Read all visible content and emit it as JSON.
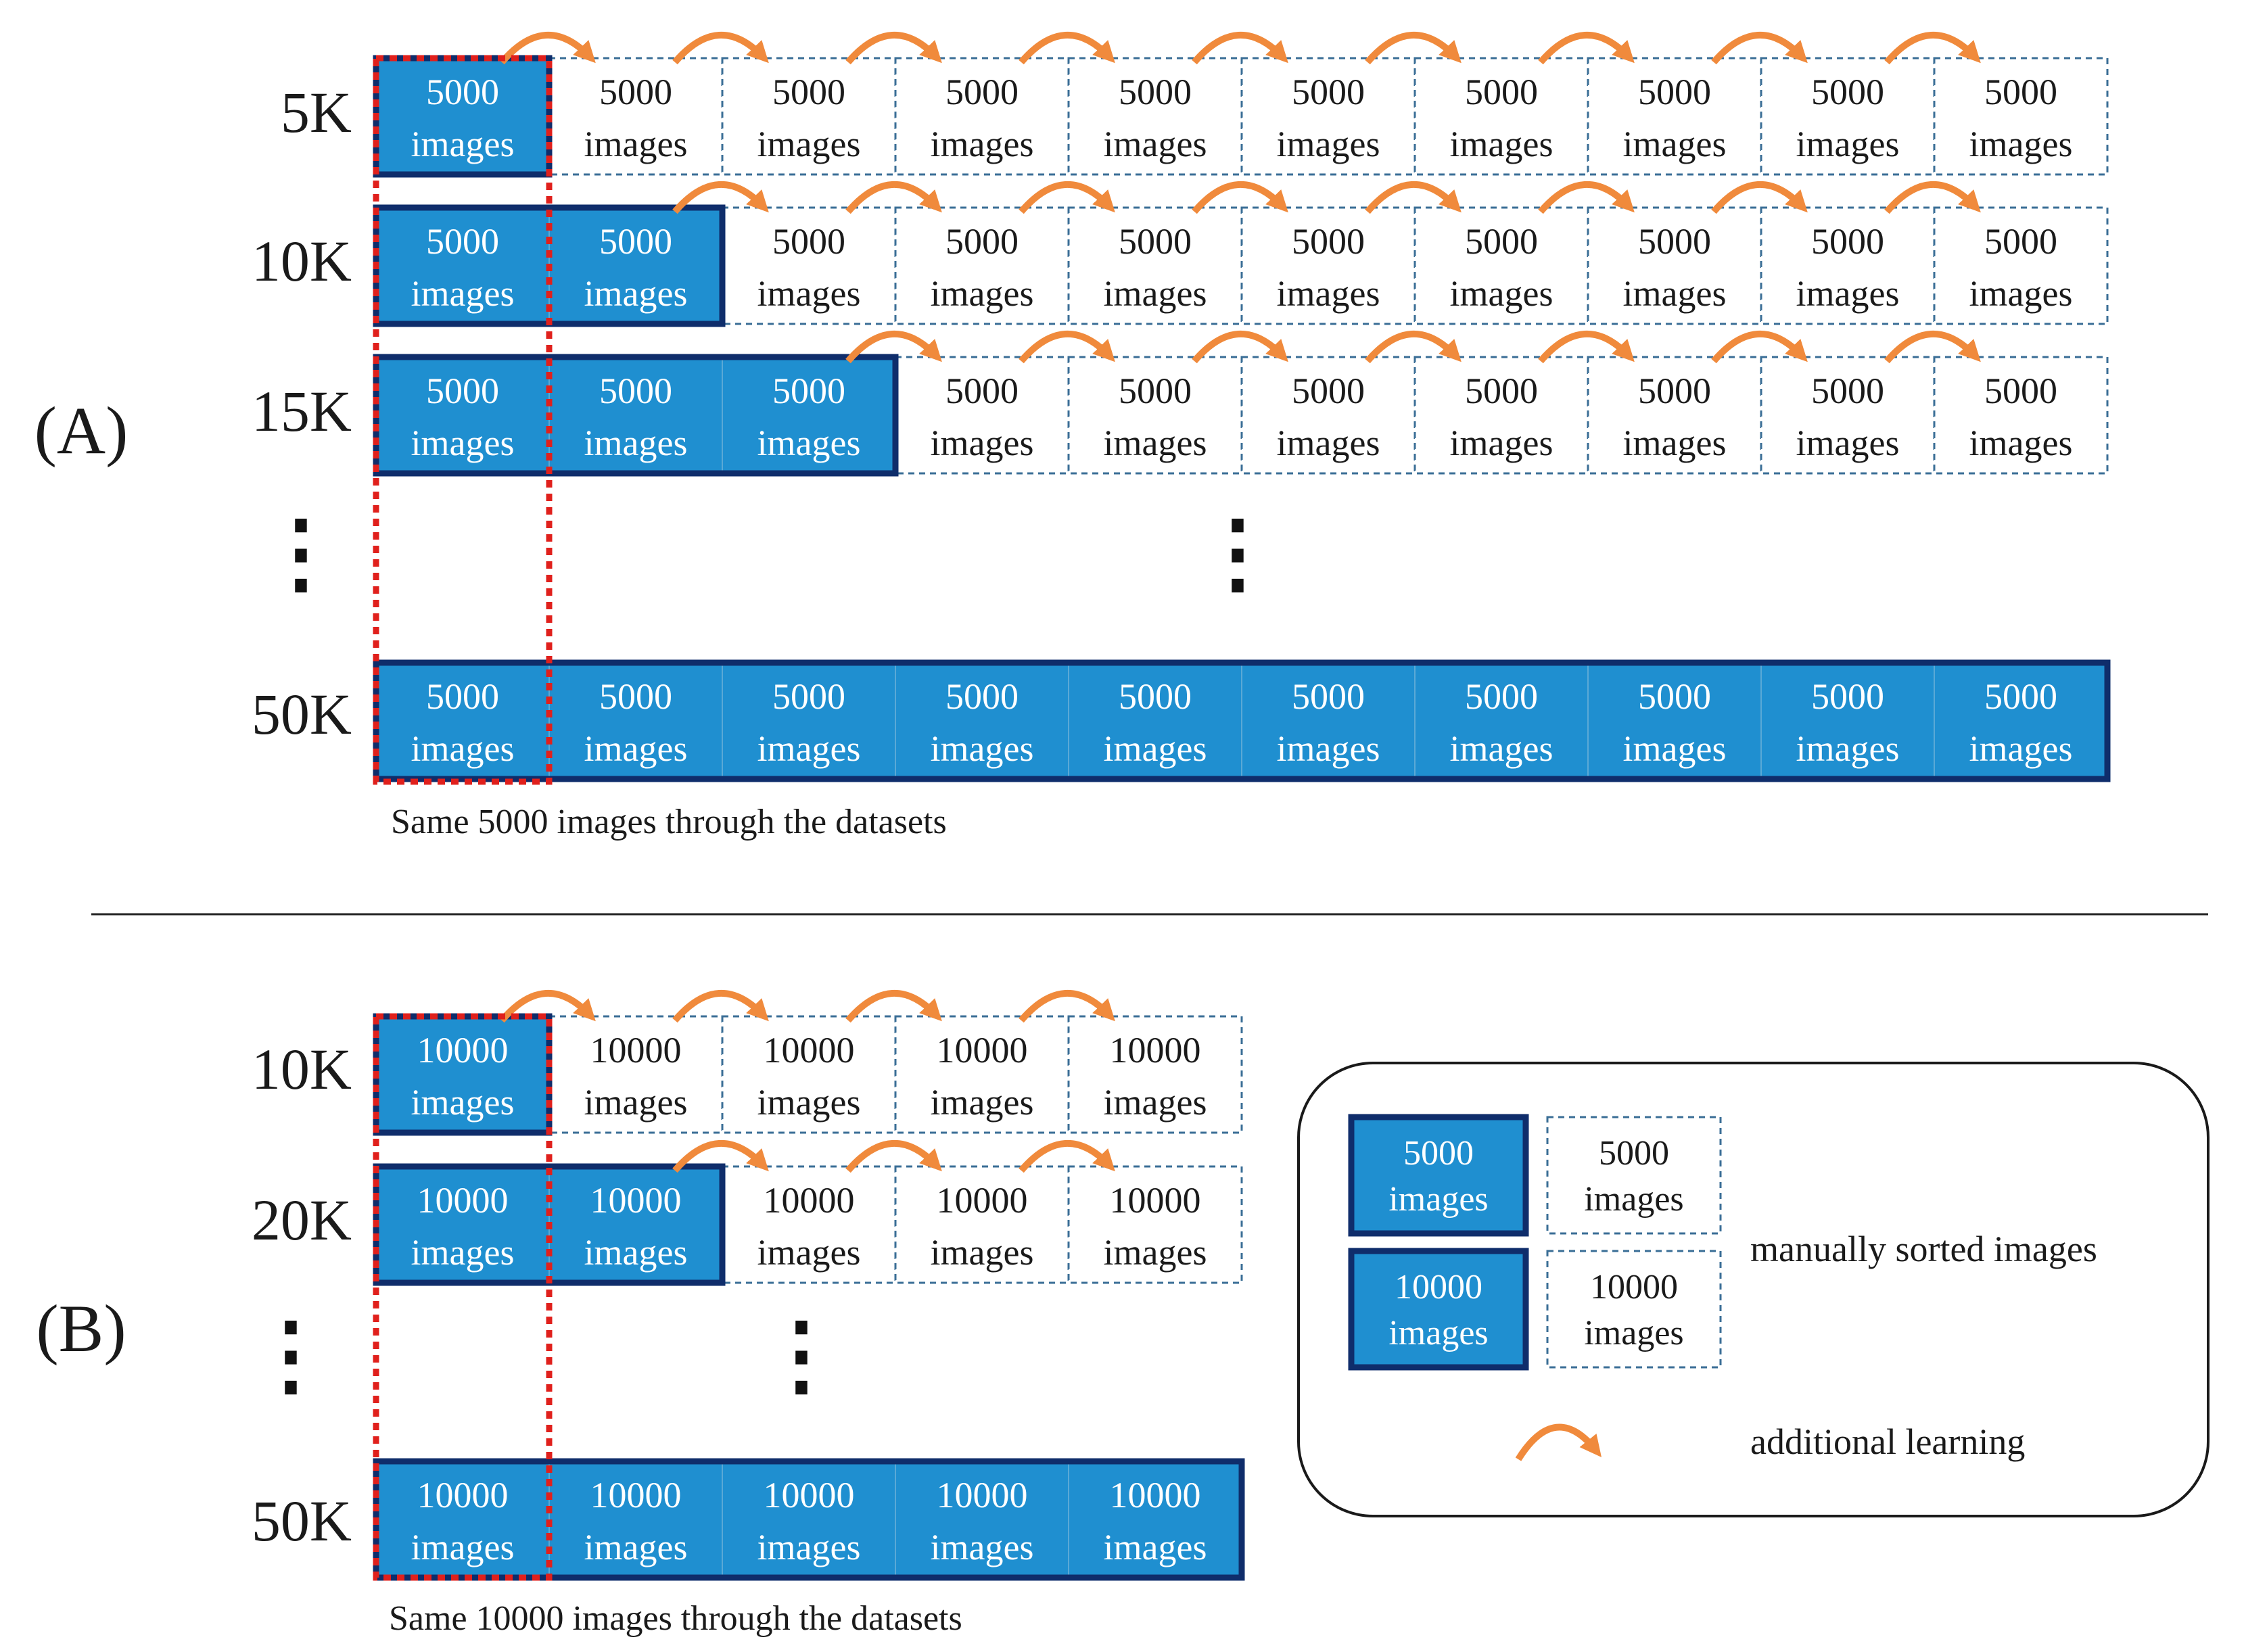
{
  "panel_a": {
    "label": "(A)",
    "rows": [
      {
        "label": "5K",
        "filled": 1
      },
      {
        "label": "10K",
        "filled": 2
      },
      {
        "label": "15K",
        "filled": 3
      },
      {
        "label": "50K",
        "filled": 10
      }
    ],
    "block_count": 10,
    "block_line1": "5000",
    "block_line2": "images",
    "ellipsis": "⋮",
    "caption": "Same 5000 images through the datasets"
  },
  "panel_b": {
    "label": "(B)",
    "rows": [
      {
        "label": "10K",
        "filled": 1
      },
      {
        "label": "20K",
        "filled": 2
      },
      {
        "label": "50K",
        "filled": 5
      }
    ],
    "block_count": 5,
    "block_line1": "10000",
    "block_line2": "images",
    "ellipsis": "⋮",
    "caption": "Same 10000 images through the datasets"
  },
  "legend": {
    "block_5000_line1": "5000",
    "block_10000_line1": "10000",
    "block_line2": "images",
    "manual_label": "manually sorted images",
    "arrow_label": "additional learning"
  },
  "colors": {
    "filled_block": "#1f8fd0",
    "filled_border": "#0f2d6b",
    "empty_border": "#3a6e96",
    "arrow": "#f08a3c",
    "highlight": "#e0201c",
    "text": "#1a1a1a",
    "filled_text": "#ffffff"
  }
}
